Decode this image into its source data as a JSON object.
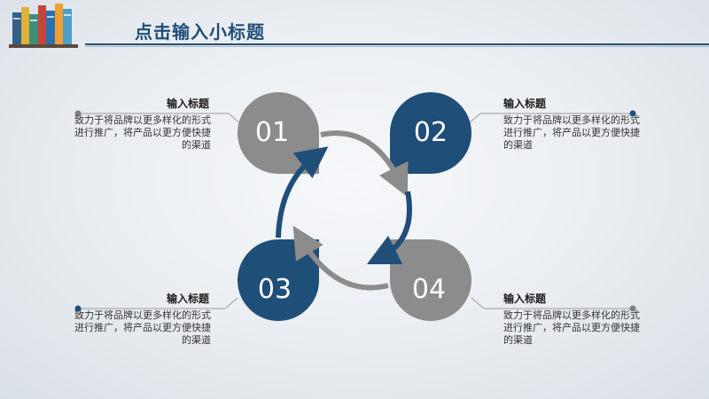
{
  "header": {
    "title": "点击输入小标题"
  },
  "colors": {
    "navy": "#1f4e79",
    "gray": "#8c8c8c",
    "line": "#9a9a9a"
  },
  "steps": [
    {
      "number": "01",
      "title": "输入标题",
      "text": "致力于将品牌以更多样化的形式进行推广，将产品以更方便快捷的渠道"
    },
    {
      "number": "02",
      "title": "输入标题",
      "text": "致力于将品牌以更多样化的形式进行推广，将产品以更方便快捷的渠道"
    },
    {
      "number": "03",
      "title": "输入标题",
      "text": "致力于将品牌以更多样化的形式进行推广，将产品以更方便快捷的渠道"
    },
    {
      "number": "04",
      "title": "输入标题",
      "text": "致力于将品牌以更多样化的形式进行推广，将产品以更方便快捷的渠道"
    }
  ]
}
